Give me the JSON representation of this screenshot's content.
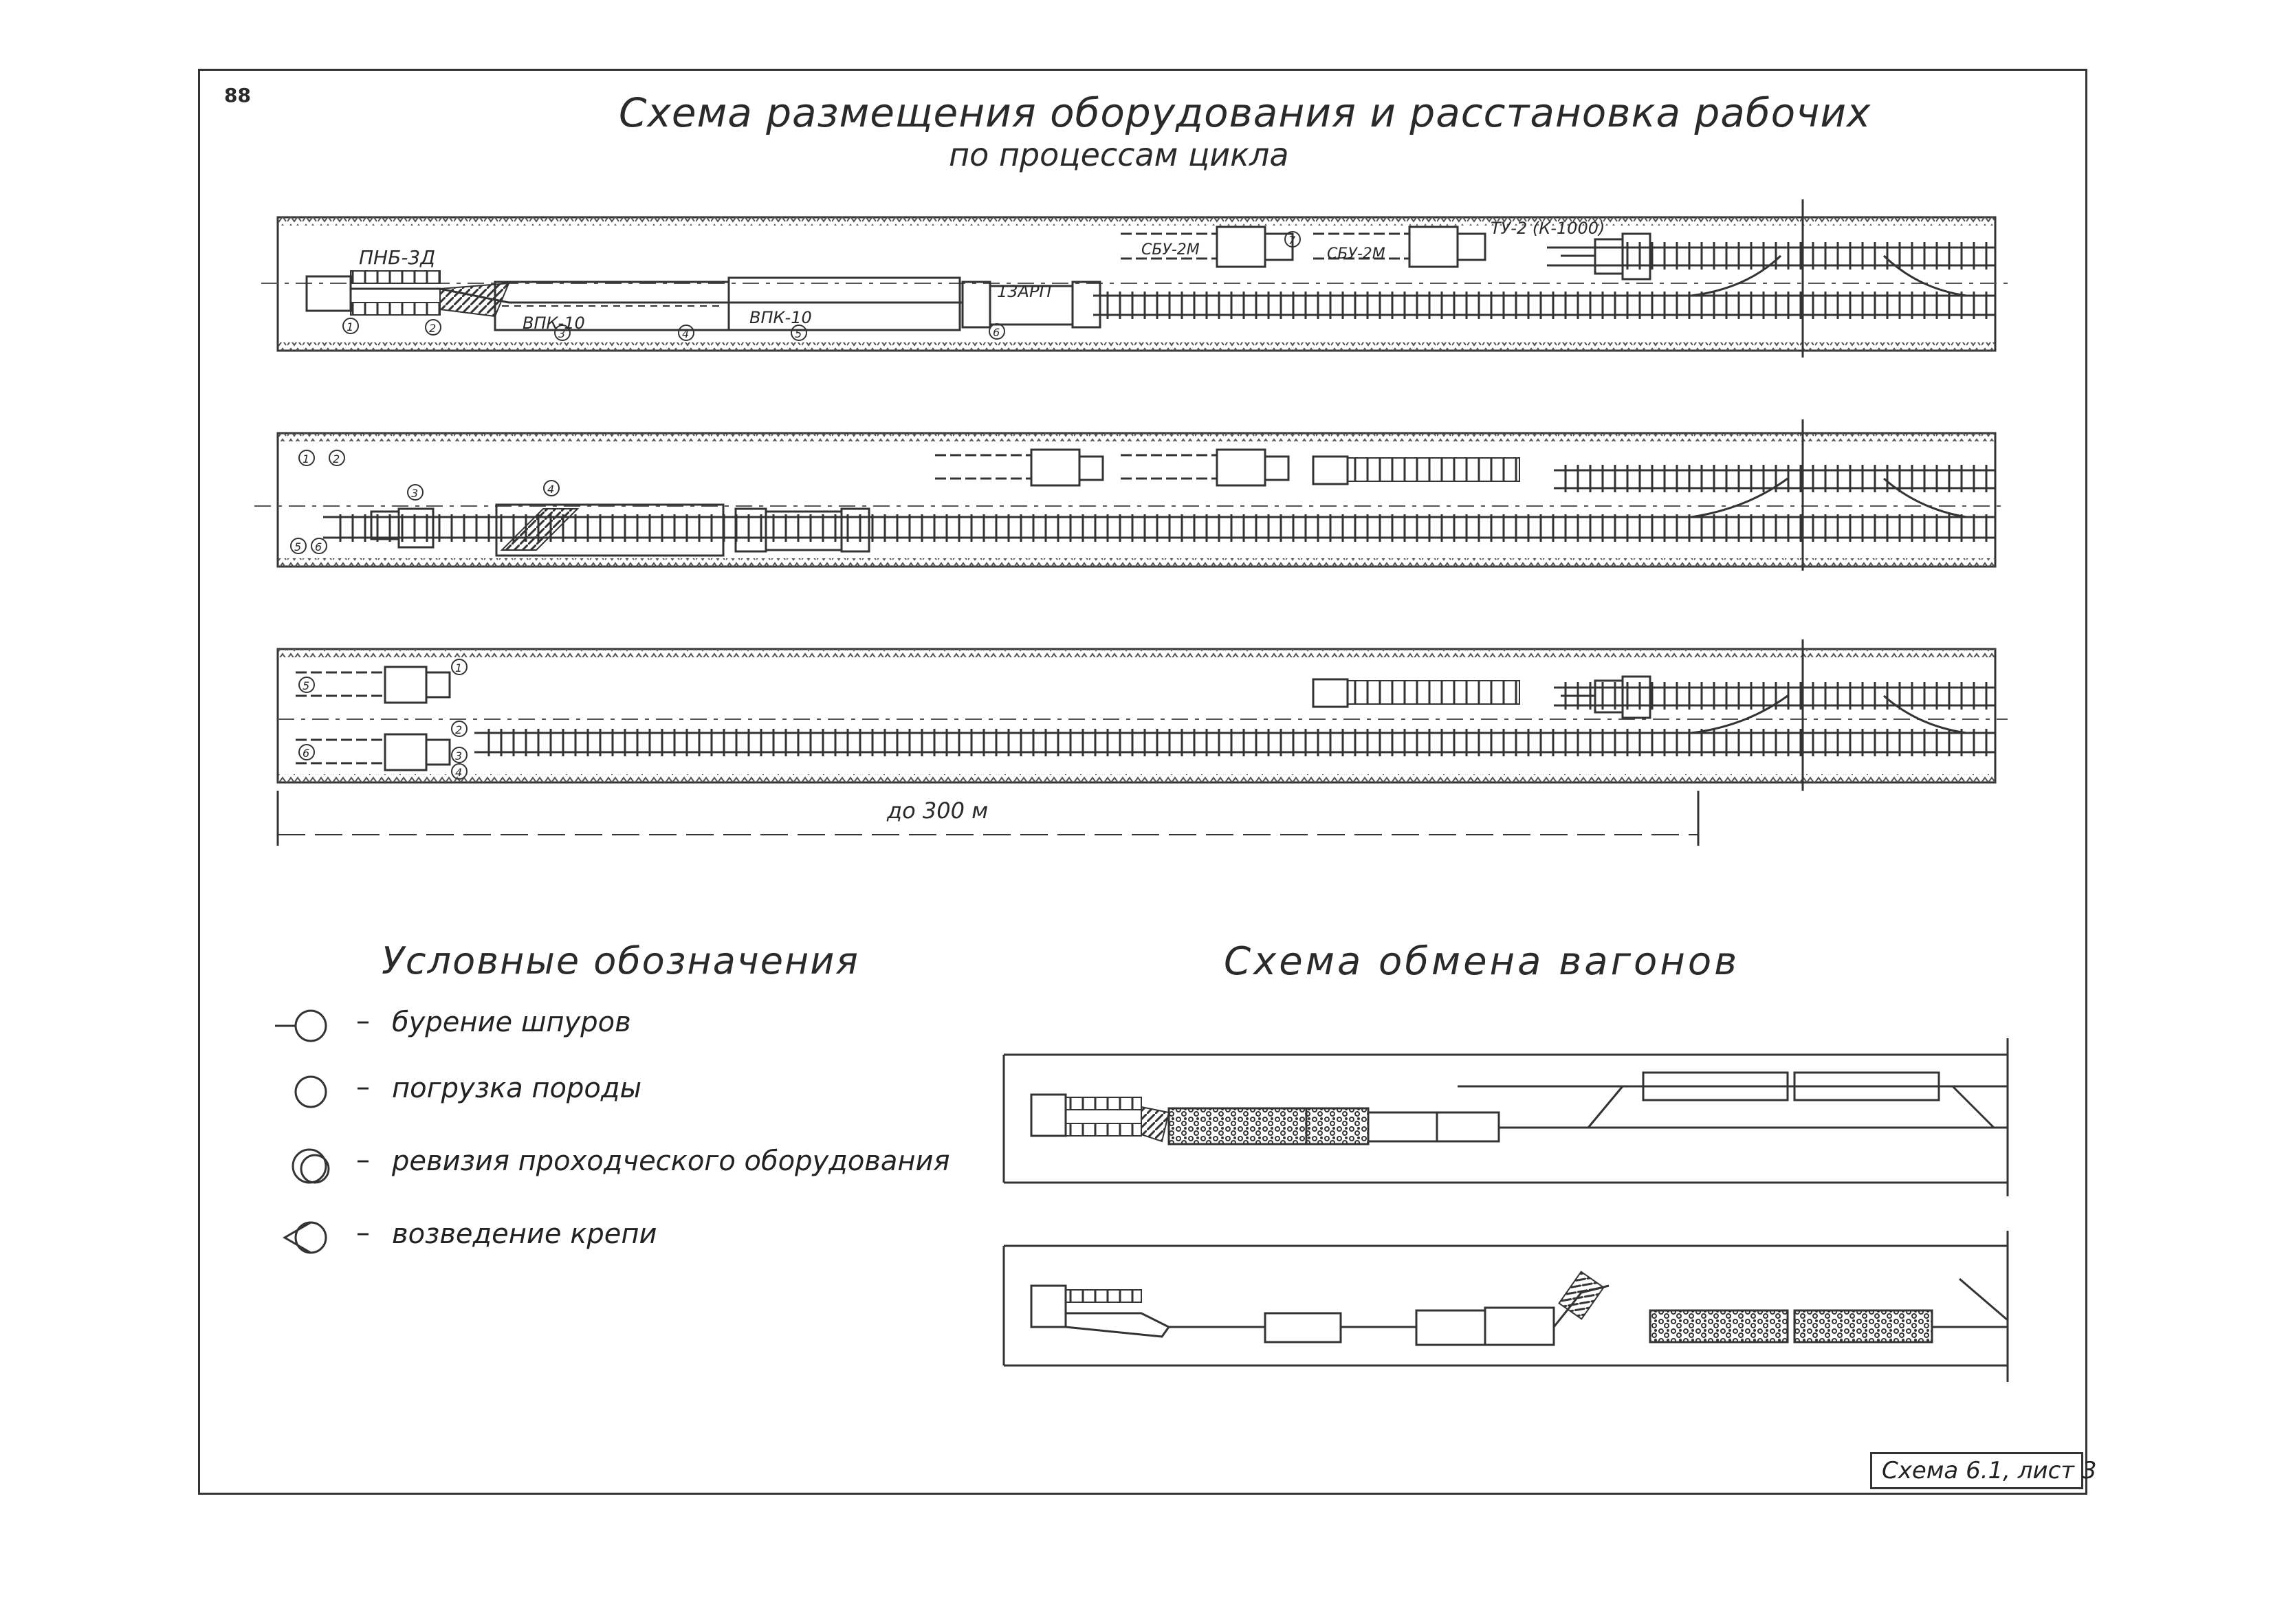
{
  "page_number": "88",
  "title_line1": "Схема размещения оборудования и расстановка рабочих",
  "title_line2": "по процессам цикла",
  "equipment_labels": {
    "loader": "ПНБ-3Д",
    "conveyor_1": "ВПК-10",
    "conveyor_2": "ВПК-10",
    "dump_car": "13АРП",
    "drill_rig_1": "СБУ-2М",
    "drill_rig_2": "СБУ-2М",
    "car_changer": "ТУ-2 (К-1000)"
  },
  "worker_markers": {
    "scheme1": [
      "1",
      "2",
      "3",
      "4",
      "5",
      "6",
      "7"
    ],
    "scheme2": [
      "1",
      "2",
      "3",
      "4",
      "5",
      "6"
    ],
    "scheme3": [
      "1",
      "2",
      "3",
      "4",
      "5",
      "6"
    ]
  },
  "distance_label": "до 300 м",
  "legend": {
    "title": "Условные обозначения",
    "items": [
      {
        "symbol": "drill-marker-icon",
        "text": "бурение шпуров"
      },
      {
        "symbol": "circle-marker-icon",
        "text": "погрузка породы"
      },
      {
        "symbol": "double-circle-marker-icon",
        "text": "ревизия проходческого оборудования"
      },
      {
        "symbol": "support-marker-icon",
        "text": "возведение крепи"
      }
    ]
  },
  "exchange_title": "Схема обмена вагонов",
  "sheet_label": "Схема 6.1, лист 3",
  "colors": {
    "ink": "#2a2a2a",
    "paper": "#ffffff"
  }
}
